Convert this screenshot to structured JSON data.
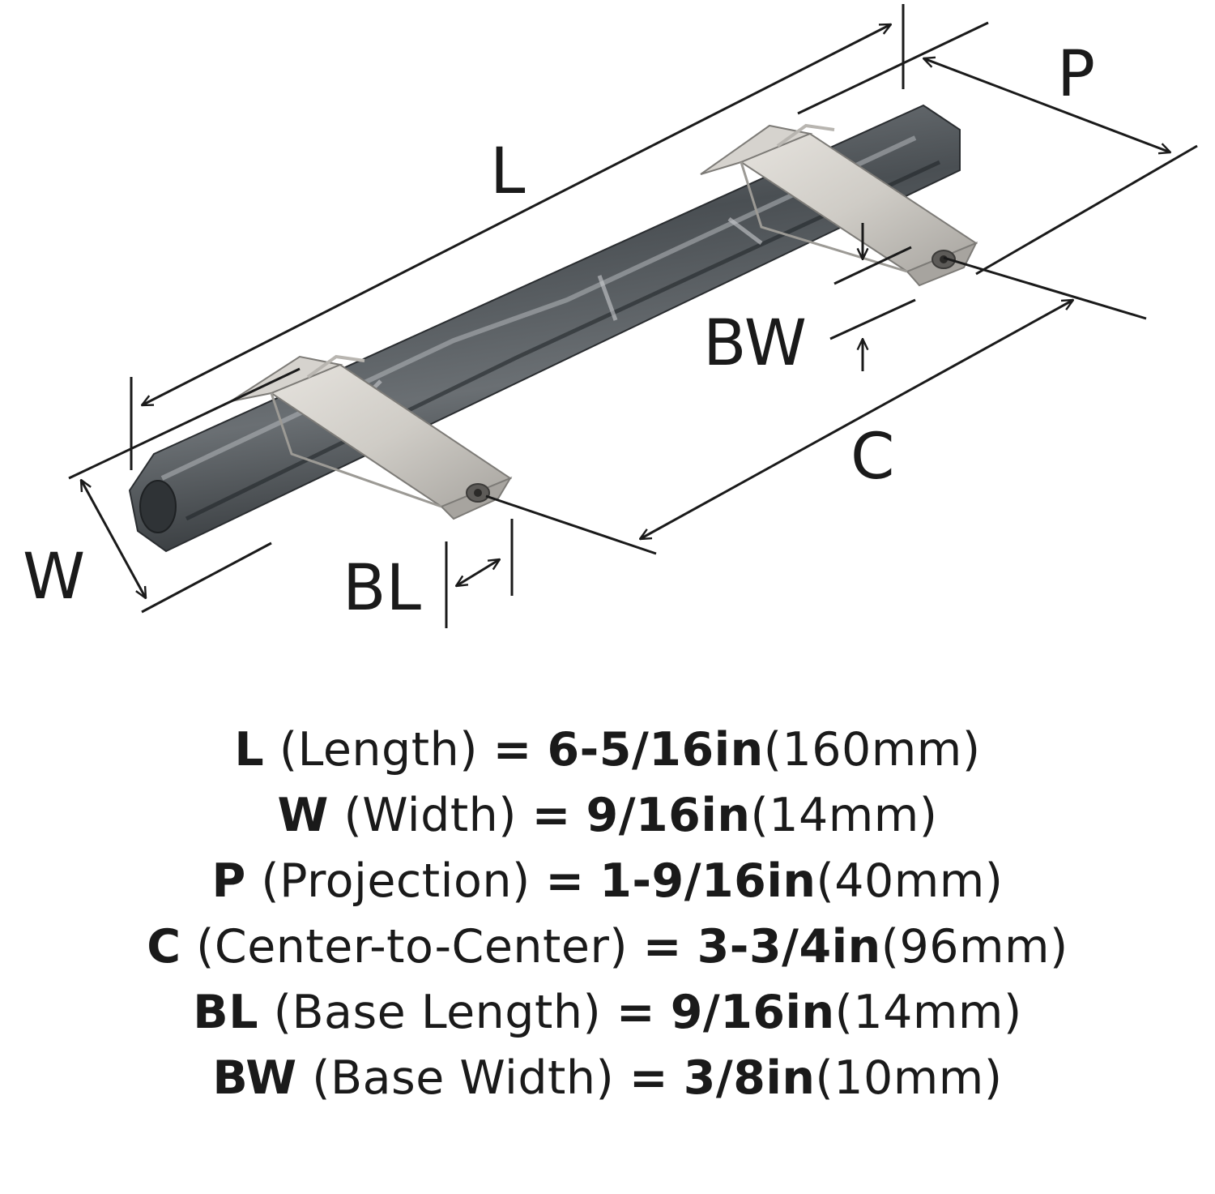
{
  "diagram": {
    "labels": {
      "L": "L",
      "P": "P",
      "BW": "BW",
      "C": "C",
      "W": "W",
      "BL": "BL"
    },
    "colors": {
      "handle_dark": "#3e4347",
      "handle_light": "#8a8f93",
      "base_metal": "#cfccc6",
      "base_shadow": "#9c9a95",
      "line": "#1a1a1a"
    }
  },
  "specs": [
    {
      "key": "L",
      "name": "(Length)",
      "eq": "=",
      "imperial": "6-5/16in",
      "metric": "(160mm)"
    },
    {
      "key": "W",
      "name": "(Width)",
      "eq": "=",
      "imperial": "9/16in",
      "metric": "(14mm)"
    },
    {
      "key": "P",
      "name": "(Projection)",
      "eq": "=",
      "imperial": "1-9/16in",
      "metric": "(40mm)"
    },
    {
      "key": "C",
      "name": "(Center-to-Center)",
      "eq": "=",
      "imperial": "3-3/4in",
      "metric": "(96mm)"
    },
    {
      "key": "BL",
      "name": "(Base Length)",
      "eq": "=",
      "imperial": "9/16in",
      "metric": "(14mm)"
    },
    {
      "key": "BW",
      "name": "(Base Width)",
      "eq": "=",
      "imperial": "3/8in",
      "metric": "(10mm)"
    }
  ]
}
